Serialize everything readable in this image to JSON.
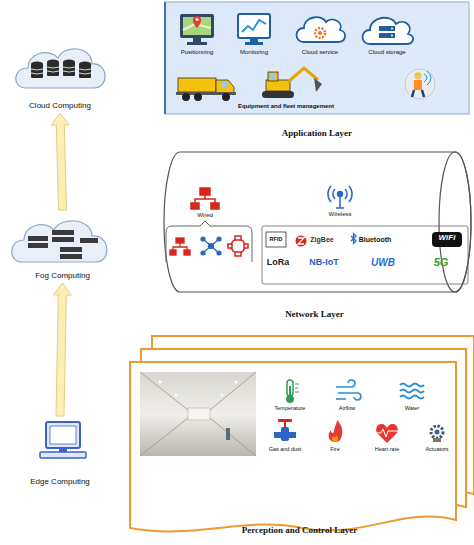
{
  "diagram": {
    "nodes": [
      {
        "text": [
          "Cloud Computing"
        ]
      },
      {
        "text": [
          "Fog Computing"
        ]
      },
      {
        "text": [
          "Edge Computing"
        ]
      },
      {
        "text": [
          "Application Layer"
        ]
      },
      {
        "text": [
          "Network Layer"
        ]
      },
      {
        "text": [
          "Perception and Control Layer"
        ]
      }
    ],
    "edges": [
      {
        "from": 2,
        "to": 1,
        "arrow": "to"
      },
      {
        "from": 1,
        "to": 0,
        "arrow": "to"
      }
    ],
    "labels": [
      "Positionning",
      "Monitoring",
      "Cloud service",
      "Cloud storage",
      "Equipment and fleet management",
      "Wired",
      "Wireless",
      "RFID",
      "ZigBee",
      "Bluetooth",
      "WiFi",
      "LoRa",
      "NB-IoT",
      "UWB",
      "5G",
      "Temperature",
      "Airflow",
      "Water",
      "Gas and dust",
      "Fire",
      "Heart rate",
      "Actuators"
    ]
  }
}
